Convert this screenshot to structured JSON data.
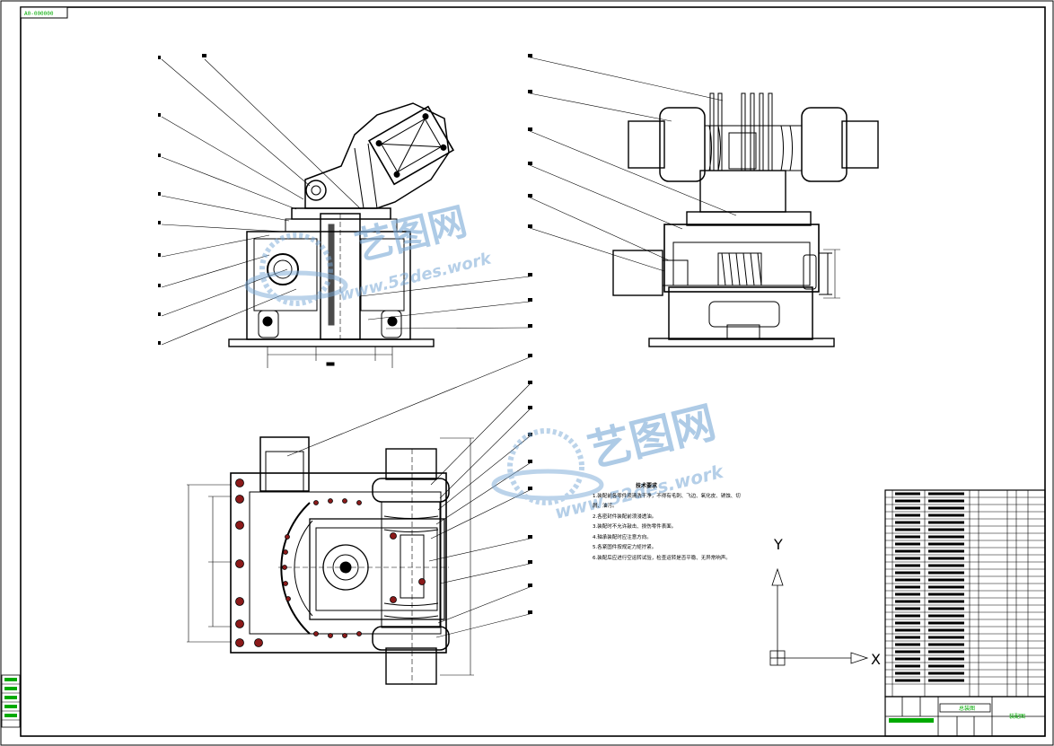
{
  "sheet": {
    "corner_code": "A0-000000",
    "title_cell": "装配图",
    "drawing_name": "总装图"
  },
  "watermark": {
    "brand_cn": "艺图网",
    "brand_en": "www.52des.work"
  },
  "notes": {
    "heading": "技术要求",
    "lines": [
      "1.装配前各零件须清洗干净，不得有毛刺、飞边、氧化皮、锈蚀、切屑、油污。",
      "2.各密封件装配前须浸透油。",
      "3.装配时不允许敲击、损伤零件表面。",
      "4.轴承装配时应注意方向。",
      "5.各紧固件按规定力矩拧紧。",
      "6.装配后应进行空运转试验，检查运转是否平稳、无异常响声。"
    ]
  },
  "axes": {
    "y_label": "Y",
    "x_label": "X"
  },
  "colors": {
    "line": "#000000",
    "hole_fill": "#8b1a1a",
    "watermark": "#7aa9d6",
    "border_green": "#00aa00"
  }
}
